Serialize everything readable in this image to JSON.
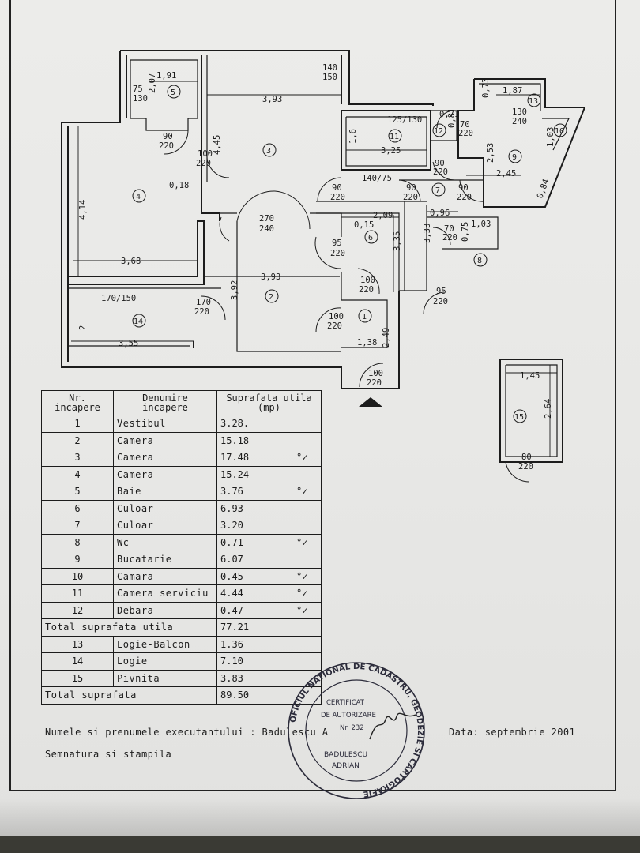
{
  "plan": {
    "rooms": [
      "1",
      "2",
      "3",
      "4",
      "5",
      "6",
      "7",
      "8",
      "9",
      "10",
      "11",
      "12",
      "13",
      "14",
      "15"
    ],
    "dimensions": {
      "d5_w": "1,91",
      "d5_a": "75",
      "d5_b": "130",
      "d5_c": "2,07",
      "d5_door_a": "90",
      "d5_door_b": "220",
      "d3_w": "3,93",
      "d3_h": "4,45",
      "d3_win_a": "140",
      "d3_win_b": "150",
      "d3_door_a": "100",
      "d3_door_b": "220",
      "d4_h": "4,14",
      "d4_w": "3,68",
      "d4_018": "0,18",
      "d_270": "270",
      "d_240": "240",
      "d2_w": "3,93",
      "d2_h": "3,92",
      "d14_win_a": "170/150",
      "d14_door_a": "170",
      "d14_door_b": "220",
      "d14_w": "3,55",
      "d14_h": "2",
      "d11_a": "125/130",
      "d11_w": "3,25",
      "d11_h": "1,6",
      "d11_win": "140/75",
      "d12_071": "0,71",
      "d12_081": "0,81",
      "d12_door_a": "70",
      "d12_door_b": "220",
      "d6_209": "2,09",
      "d6_015": "0,15",
      "d6_335": "3,35",
      "d6_333": "3,33",
      "d6_door_a": "95",
      "d6_door_b": "220",
      "d6_door2_a": "90",
      "d6_door2_b": "220",
      "d7_door_a": "90",
      "d7_door_b": "220",
      "d7_door2_a": "90",
      "d7_door2_b": "220",
      "d7_door3_a": "90",
      "d7_door3_b": "220",
      "d_096": "0,96",
      "d8_103": "1,03",
      "d8_075": "0,75",
      "d8_door_a": "70",
      "d8_door_b": "220",
      "d9_253": "2,53",
      "d9_245": "2,45",
      "d9_084": "0,84",
      "d9_win_a": "130",
      "d9_win_b": "240",
      "d13_187": "1,87",
      "d13_073": "0,73",
      "d10_103": "1,03",
      "d1_door_a": "100",
      "d1_door_b": "220",
      "d1_door2_a": "100",
      "d1_door2_b": "220",
      "d1_138": "1,38",
      "d1_249": "2,49",
      "d_ent_a": "100",
      "d_ent_b": "220",
      "d_95b_a": "95",
      "d_95b_b": "220",
      "d15_w": "1,45",
      "d15_h": "2,64",
      "d15_door_a": "80",
      "d15_door_b": "220"
    }
  },
  "table": {
    "header": {
      "nr": "Nr. incapere",
      "name": "Denumire incapere",
      "area": "Suprafata utila (mp)"
    },
    "rows": [
      {
        "nr": "1",
        "name": "Vestibul",
        "area": "3.28.",
        "checked": false
      },
      {
        "nr": "2",
        "name": "Camera",
        "area": "15.18",
        "checked": false
      },
      {
        "nr": "3",
        "name": "Camera",
        "area": "17.48",
        "checked": true
      },
      {
        "nr": "4",
        "name": "Camera",
        "area": "15.24",
        "checked": false
      },
      {
        "nr": "5",
        "name": "Baie",
        "area": "3.76",
        "checked": true
      },
      {
        "nr": "6",
        "name": "Culoar",
        "area": "6.93",
        "checked": false
      },
      {
        "nr": "7",
        "name": "Culoar",
        "area": "3.20",
        "checked": false
      },
      {
        "nr": "8",
        "name": "Wc",
        "area": "0.71",
        "checked": true
      },
      {
        "nr": "9",
        "name": "Bucatarie",
        "area": "6.07",
        "checked": false
      },
      {
        "nr": "10",
        "name": "Camara",
        "area": "0.45",
        "checked": true
      },
      {
        "nr": "11",
        "name": "Camera serviciu",
        "area": "4.44",
        "checked": true
      },
      {
        "nr": "12",
        "name": "Debara",
        "area": "0.47",
        "checked": true
      }
    ],
    "subtotal": {
      "label": "Total suprafata utila",
      "area": "77.21"
    },
    "extra_rows": [
      {
        "nr": "13",
        "name": "Logie-Balcon",
        "area": "1.36"
      },
      {
        "nr": "14",
        "name": "Logie",
        "area": "7.10"
      },
      {
        "nr": "15",
        "name": "Pivnita",
        "area": "3.83"
      }
    ],
    "total": {
      "label": "Total suprafata",
      "area": "89.50"
    }
  },
  "footer": {
    "executor": "Numele si prenumele executantului : Badulescu A",
    "date": "Data: septembrie 2001",
    "signature": "Semnatura si stampila"
  },
  "stamp": {
    "outer_text": "OFICIUL NATIONAL DE CADASTRU, GEODEZIE SI CARTOGRAFIE",
    "line1": "CERTIFICAT",
    "line2": "DE AUTORIZARE",
    "line3": "Nr. 232",
    "line4": "BADULESCU",
    "line5": "ADRIAN"
  }
}
